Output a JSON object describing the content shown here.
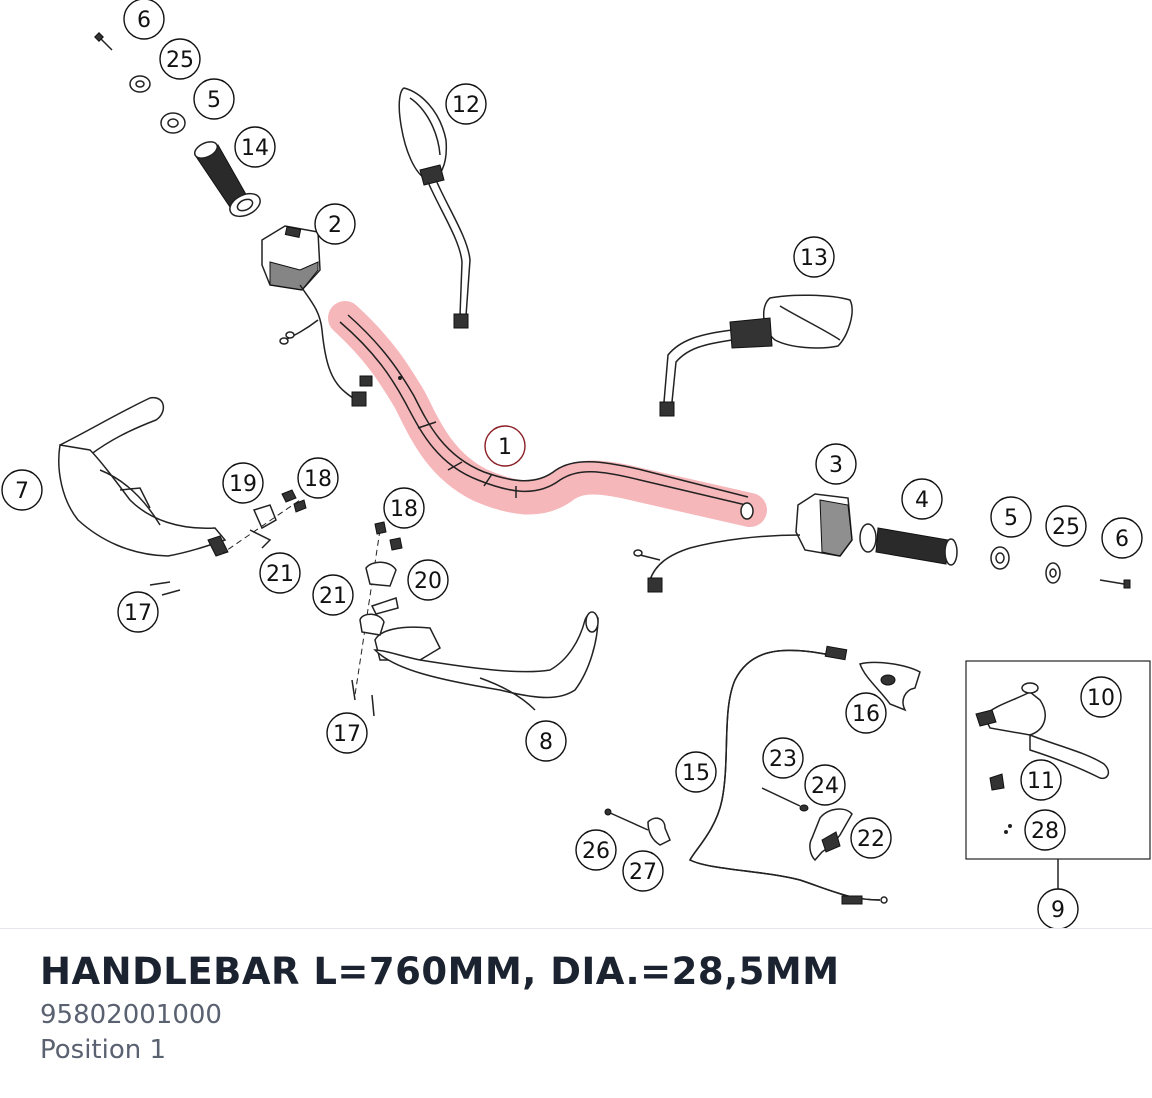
{
  "part": {
    "title": "HANDLEBAR L=760MM, DIA.=28,5MM",
    "number": "95802001000",
    "position": "Position 1"
  },
  "diagram": {
    "highlight_color": "#e8424a",
    "highlighted_callout": "1",
    "callouts": {
      "c1": "1",
      "c2": "2",
      "c3": "3",
      "c4": "4",
      "c5a": "5",
      "c5b": "5",
      "c6a": "6",
      "c6b": "6",
      "c7": "7",
      "c8": "8",
      "c9": "9",
      "c10": "10",
      "c11": "11",
      "c12": "12",
      "c13": "13",
      "c14": "14",
      "c15": "15",
      "c16": "16",
      "c17a": "17",
      "c17b": "17",
      "c18a": "18",
      "c18b": "18",
      "c19": "19",
      "c20": "20",
      "c21a": "21",
      "c21b": "21",
      "c22": "22",
      "c23": "23",
      "c24": "24",
      "c25a": "25",
      "c25b": "25",
      "c26": "26",
      "c27": "27",
      "c28": "28"
    }
  }
}
